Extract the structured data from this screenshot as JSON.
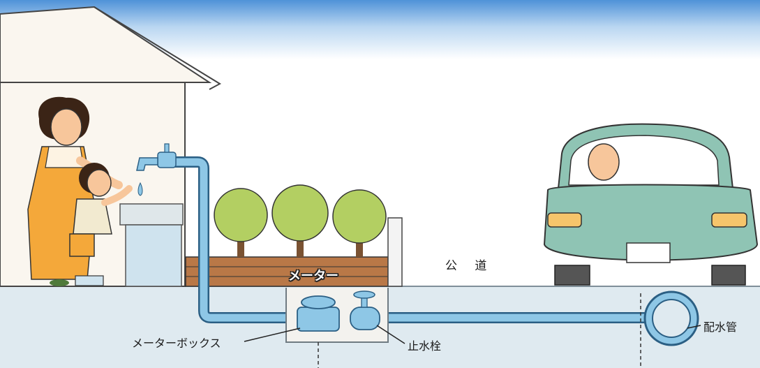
{
  "labels": {
    "public_road": "公 道",
    "meter": "メーター",
    "meter_box": "メーターボックス",
    "stop_valve": "止水栓",
    "water_main": "配水管"
  },
  "colors": {
    "pipe": "#8ec7e6",
    "pipe_outline": "#2b5f84",
    "car_body": "#8fc4b4",
    "ground": "#dfeaf0",
    "brick": "#b97847",
    "tree": "#b3cf62",
    "skin": "#f7c69b",
    "sky": "#4f92d8"
  }
}
